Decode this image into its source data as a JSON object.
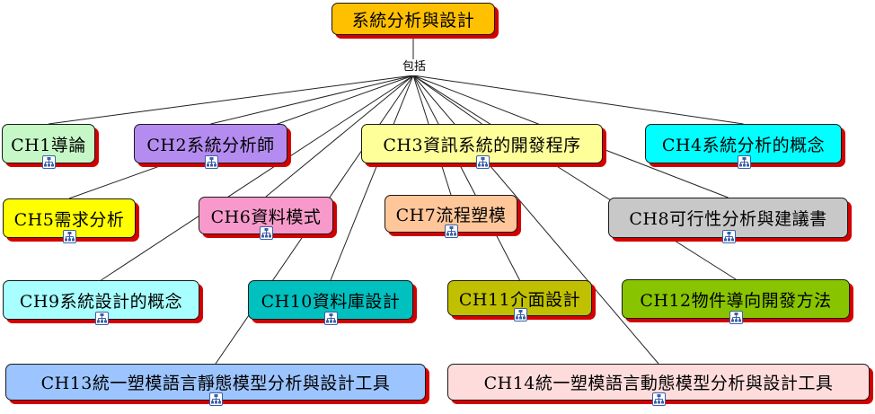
{
  "root": {
    "label": "系統分析與設計",
    "color": "#ffc000"
  },
  "connector_label": "包括",
  "chapters": [
    {
      "id": "ch1",
      "label": "CH1導論",
      "color": "#c6f7c6"
    },
    {
      "id": "ch2",
      "label": "CH2系統分析師",
      "color": "#b48cf0"
    },
    {
      "id": "ch3",
      "label": "CH3資訊系統的開發程序",
      "color": "#ffff99"
    },
    {
      "id": "ch4",
      "label": "CH4系統分析的概念",
      "color": "#00ffff"
    },
    {
      "id": "ch5",
      "label": "CH5需求分析",
      "color": "#ffff00"
    },
    {
      "id": "ch6",
      "label": "CH6資料模式",
      "color": "#f79acb"
    },
    {
      "id": "ch7",
      "label": "CH7流程塑模",
      "color": "#ffc69a"
    },
    {
      "id": "ch8",
      "label": "CH8可行性分析與建議書",
      "color": "#c8c8c8"
    },
    {
      "id": "ch9",
      "label": "CH9系統設計的概念",
      "color": "#a8ffff"
    },
    {
      "id": "ch10",
      "label": "CH10資料庫設計",
      "color": "#00c0c0"
    },
    {
      "id": "ch11",
      "label": "CH11介面設計",
      "color": "#c0c000"
    },
    {
      "id": "ch12",
      "label": "CH12物件導向開發方法",
      "color": "#88c400"
    },
    {
      "id": "ch13",
      "label": "CH13統一塑模語言靜態模型分析與設計工具",
      "color": "#9cc4ff"
    },
    {
      "id": "ch14",
      "label": "CH14統一塑模語言動態模型分析與設計工具",
      "color": "#ffdcdc"
    }
  ]
}
